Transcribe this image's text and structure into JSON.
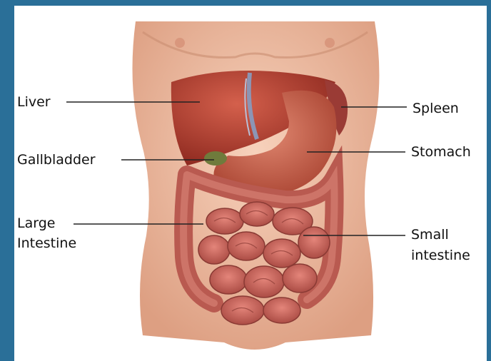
{
  "labels": {
    "liver": "Liver",
    "gallbladder": "Gallbladder",
    "large_intestine_line1": "Large",
    "large_intestine_line2": "Intestine",
    "spleen": "Spleen",
    "stomach": "Stomach",
    "small_intestine_line1": "Small",
    "small_intestine_line2": "intestine"
  },
  "colors": {
    "frame": "#2a6f98",
    "skin": "#f1c3a8",
    "liver": "#b83a2c",
    "stomach": "#c4553e",
    "intestine": "#c9605a",
    "leader_line": "#222222"
  }
}
